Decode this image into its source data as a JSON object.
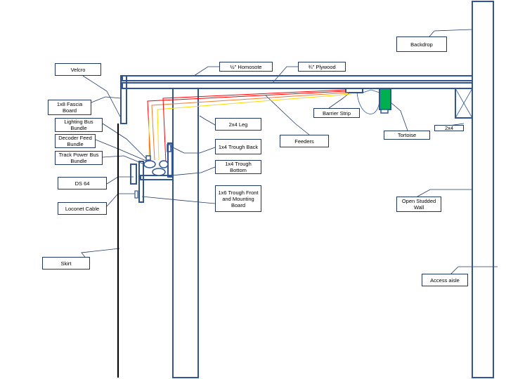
{
  "colors": {
    "structure": "#2f5597",
    "leader": "#1f3864",
    "tortoise": "#00b050",
    "wire_red": "#ff0000",
    "wire_orange": "#ed7d31",
    "wire_yellow": "#ffd700",
    "wire_black": "#000000"
  },
  "labels": {
    "backdrop": "Backdrop",
    "homosote": "½\" Homosote",
    "plywood": "¾\" Plywood",
    "velcro": "Velcro",
    "fascia": "1x8 Fascia Board",
    "lighting_bus": "Lighting Bus Bundle",
    "decoder_feed": "Decoder Feed Bundle",
    "track_power": "Track Power Bus Bundle",
    "ds64": "DS 64",
    "loconet": "Loconet Cable",
    "skirt": "Skirt",
    "leg": "2x4 Leg",
    "trough_back": "1x4 Trough Back",
    "trough_bottom": "1x4 Trough Bottom",
    "trough_front": "1x6 Trough Front and Mounting Board",
    "feeders": "Feeders",
    "barrier_strip": "Barrier Strip",
    "tortoise": "Tortoise",
    "two_by_four": "2x4",
    "open_wall": "Open Studded Wall",
    "access_aisle": "Access aisle"
  }
}
